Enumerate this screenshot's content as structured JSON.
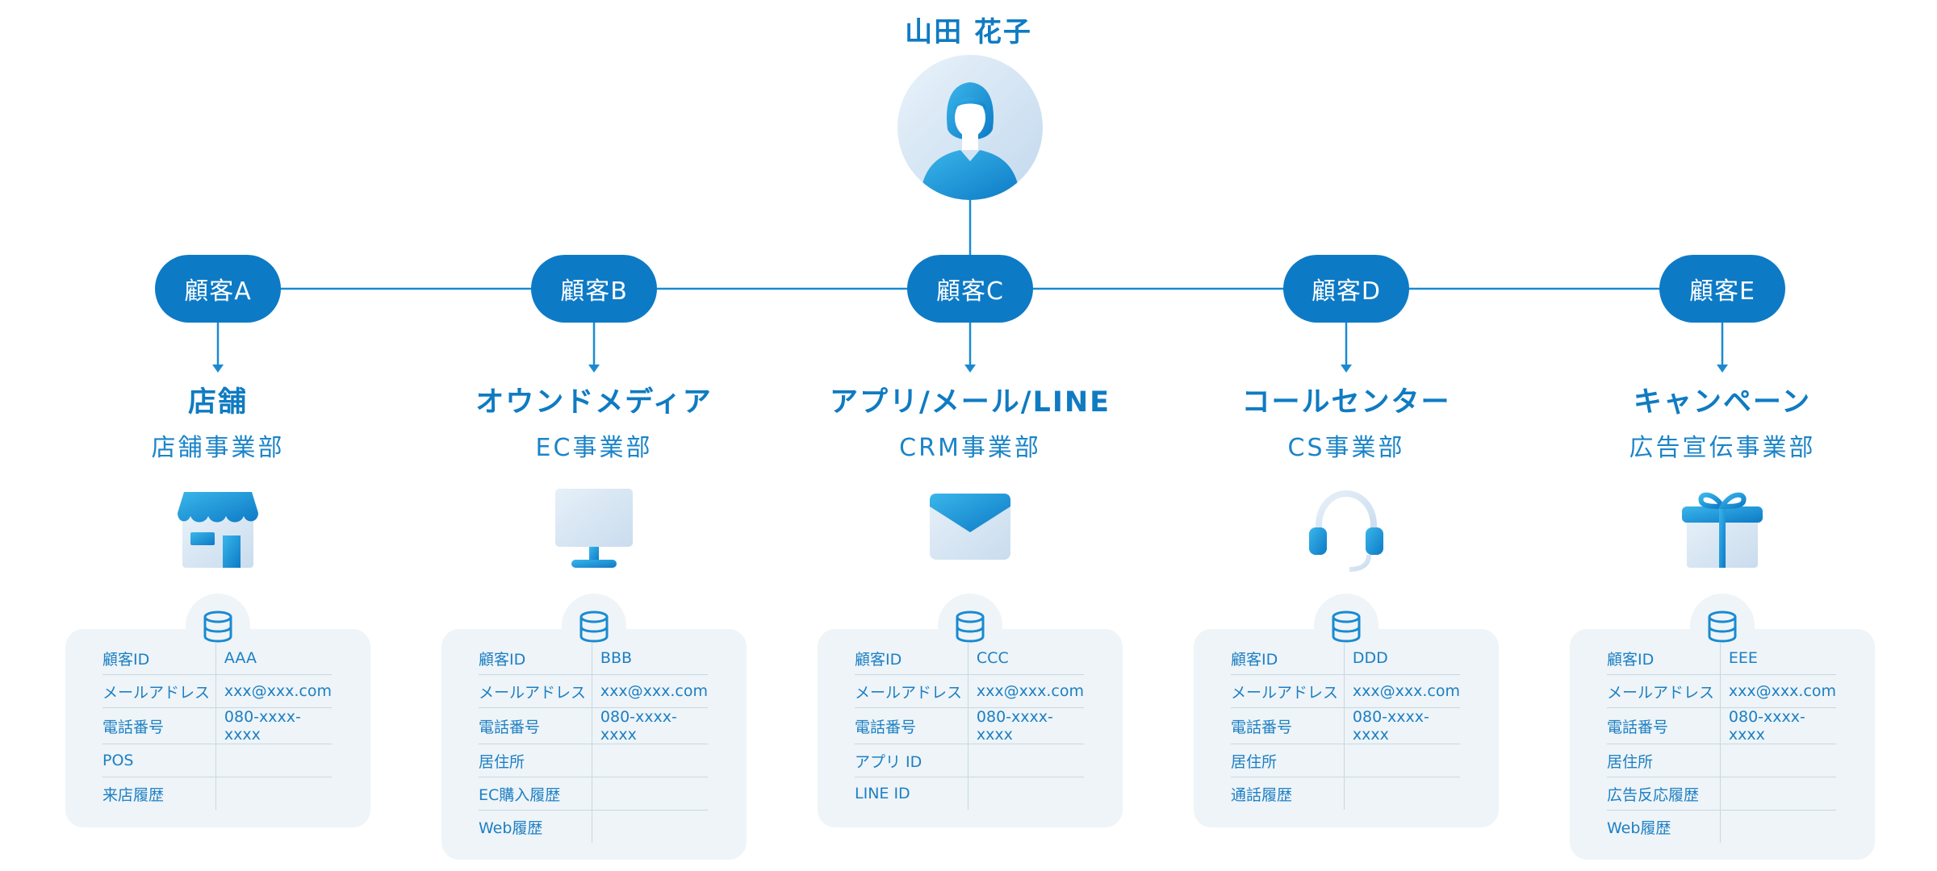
{
  "person": {
    "name": "山田 花子",
    "icon": "person-avatar-icon"
  },
  "colors": {
    "primary": "#0d7ac6",
    "line": "#1a8ad0",
    "card": "#eef4f7",
    "divider": "#c8d8e2"
  },
  "columns": [
    {
      "customer": "顧客A",
      "channel": "店舗",
      "department": "店舗事業部",
      "icon": "store-icon",
      "rows": [
        {
          "label": "顧客ID",
          "value": "AAA"
        },
        {
          "label": "メールアドレス",
          "value": "xxx@xxx.com"
        },
        {
          "label": "電話番号",
          "value": "080-xxxx-xxxx"
        },
        {
          "label": "POS",
          "value": ""
        },
        {
          "label": "来店履歴",
          "value": ""
        }
      ]
    },
    {
      "customer": "顧客B",
      "channel": "オウンドメディア",
      "department": "EC事業部",
      "icon": "monitor-icon",
      "rows": [
        {
          "label": "顧客ID",
          "value": "BBB"
        },
        {
          "label": "メールアドレス",
          "value": "xxx@xxx.com"
        },
        {
          "label": "電話番号",
          "value": "080-xxxx-xxxx"
        },
        {
          "label": "居住所",
          "value": ""
        },
        {
          "label": "EC購入履歴",
          "value": ""
        },
        {
          "label": "Web履歴",
          "value": ""
        }
      ]
    },
    {
      "customer": "顧客C",
      "channel": "アプリ/メール/LINE",
      "department": "CRM事業部",
      "icon": "mail-icon",
      "rows": [
        {
          "label": "顧客ID",
          "value": "CCC"
        },
        {
          "label": "メールアドレス",
          "value": "xxx@xxx.com"
        },
        {
          "label": "電話番号",
          "value": "080-xxxx-xxxx"
        },
        {
          "label": "アプリ ID",
          "value": ""
        },
        {
          "label": "LINE ID",
          "value": ""
        }
      ]
    },
    {
      "customer": "顧客D",
      "channel": "コールセンター",
      "department": "CS事業部",
      "icon": "headset-icon",
      "rows": [
        {
          "label": "顧客ID",
          "value": "DDD"
        },
        {
          "label": "メールアドレス",
          "value": "xxx@xxx.com"
        },
        {
          "label": "電話番号",
          "value": "080-xxxx-xxxx"
        },
        {
          "label": "居住所",
          "value": ""
        },
        {
          "label": "通話履歴",
          "value": ""
        }
      ]
    },
    {
      "customer": "顧客E",
      "channel": "キャンペーン",
      "department": "広告宣伝事業部",
      "icon": "gift-icon",
      "rows": [
        {
          "label": "顧客ID",
          "value": "EEE"
        },
        {
          "label": "メールアドレス",
          "value": "xxx@xxx.com"
        },
        {
          "label": "電話番号",
          "value": "080-xxxx-xxxx"
        },
        {
          "label": "居住所",
          "value": ""
        },
        {
          "label": "広告反応履歴",
          "value": ""
        },
        {
          "label": "Web履歴",
          "value": ""
        }
      ]
    }
  ]
}
